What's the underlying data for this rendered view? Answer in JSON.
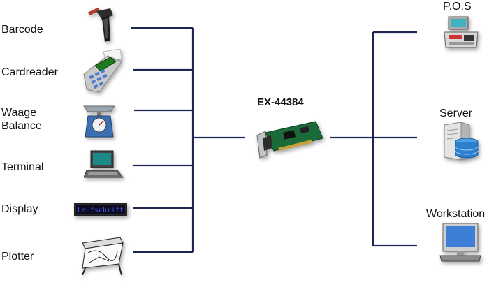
{
  "card": {
    "label": "EX-44384",
    "icon": "pcie-serial-card-icon"
  },
  "line_color": "#1e2550",
  "left_devices": [
    {
      "label": "Barcode",
      "icon": "barcode-scanner-icon"
    },
    {
      "label": "Cardreader",
      "icon": "card-reader-icon"
    },
    {
      "label_line1": "Waage",
      "label_line2": "Balance",
      "icon": "scale-icon"
    },
    {
      "label": "Terminal",
      "icon": "terminal-icon"
    },
    {
      "label": "Display",
      "icon": "led-display-icon",
      "display_text": "Laufschrift"
    },
    {
      "label": "Plotter",
      "icon": "plotter-icon"
    }
  ],
  "right_devices": [
    {
      "label": "P.O.S",
      "icon": "pos-register-icon"
    },
    {
      "label": "Server",
      "icon": "server-icon"
    },
    {
      "label": "Workstation",
      "icon": "workstation-icon"
    }
  ]
}
